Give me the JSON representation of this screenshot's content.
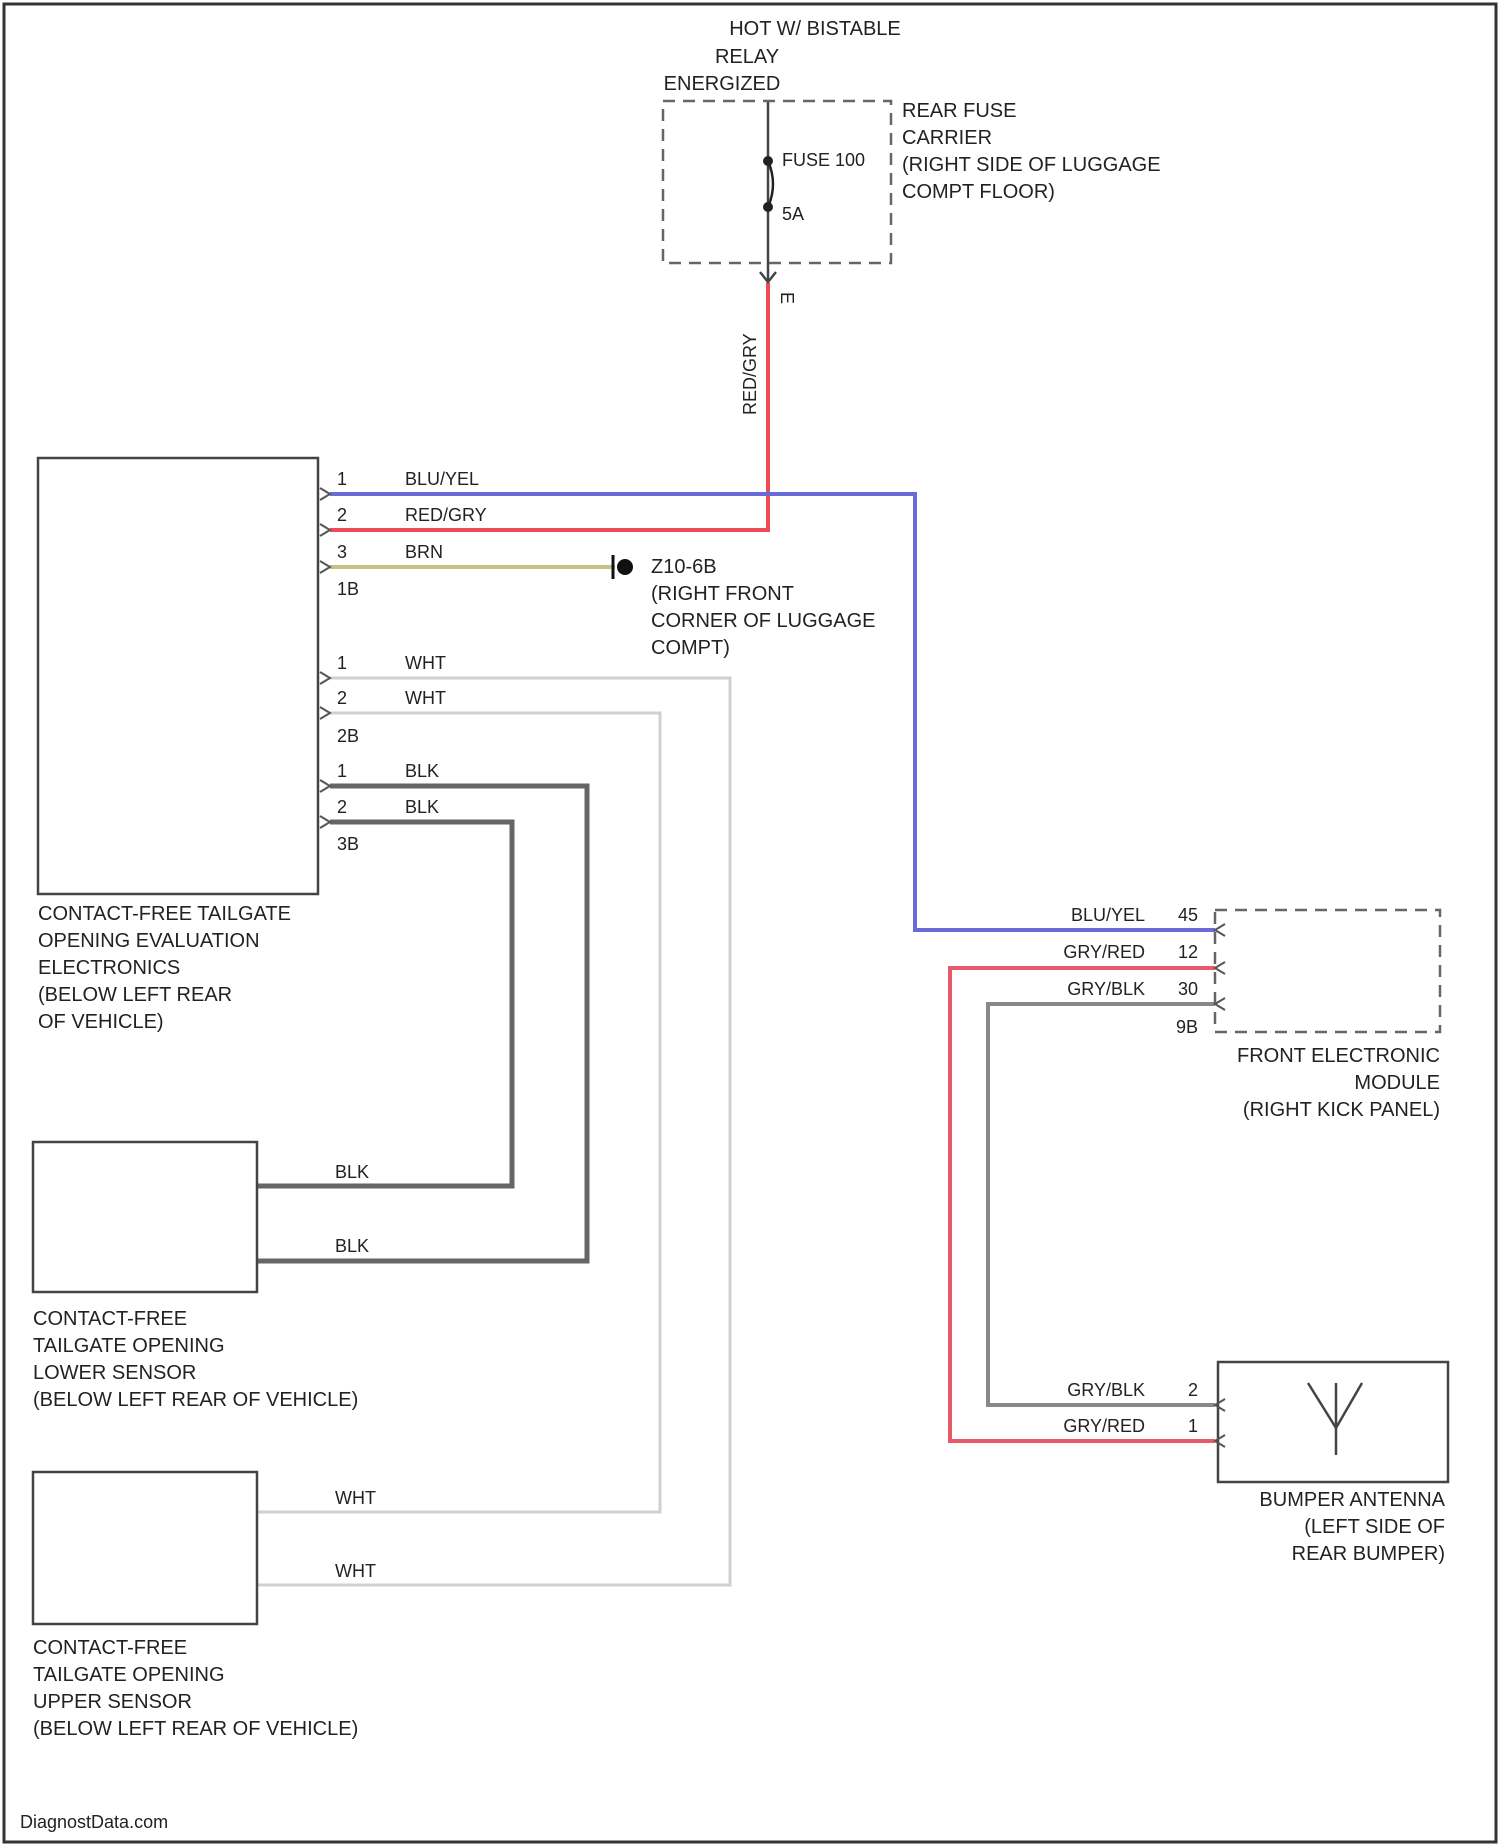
{
  "colors": {
    "blu_yel": "#6a6ad8",
    "red_gry": "#ee4a57",
    "brn": "#c8c080",
    "wht": "#d0d0d0",
    "blk": "#666666",
    "gry_blk": "#888888",
    "gry_red": "#e85a6a",
    "frame": "#333333"
  },
  "top": {
    "title_lines": [
      "HOT W/ BISTABLE",
      "RELAY",
      "ENERGIZED"
    ]
  },
  "fuse_carrier": {
    "lines": [
      "REAR FUSE",
      "CARRIER",
      "(RIGHT SIDE OF LUGGAGE",
      "COMPT FLOOR)"
    ],
    "fuse_label": "FUSE 100",
    "fuse_rating": "5A",
    "out_pin": "E",
    "wire_color": "RED/GRY"
  },
  "evaluation_module": {
    "lines": [
      "CONTACT-FREE TAILGATE",
      "OPENING EVALUATION",
      "ELECTRONICS",
      "(BELOW LEFT REAR",
      "OF VEHICLE)"
    ],
    "pins": [
      {
        "pin": "1",
        "wire": "BLU/YEL"
      },
      {
        "pin": "2",
        "wire": "RED/GRY"
      },
      {
        "pin": "3",
        "wire": "BRN"
      },
      {
        "pin": "1",
        "wire": "WHT"
      },
      {
        "pin": "2",
        "wire": "WHT"
      },
      {
        "pin": "1",
        "wire": "BLK"
      },
      {
        "pin": "2",
        "wire": "BLK"
      }
    ],
    "connectors": [
      "1B",
      "2B",
      "3B"
    ]
  },
  "ground": {
    "lines": [
      "Z10-6B",
      "(RIGHT FRONT",
      "CORNER OF LUGGAGE",
      "COMPT)"
    ]
  },
  "lower_sensor": {
    "lines": [
      "CONTACT-FREE",
      "TAILGATE OPENING",
      "LOWER SENSOR",
      "(BELOW LEFT REAR OF VEHICLE)"
    ],
    "wires": [
      "BLK",
      "BLK"
    ]
  },
  "upper_sensor": {
    "lines": [
      "CONTACT-FREE",
      "TAILGATE OPENING",
      "UPPER SENSOR",
      "(BELOW LEFT REAR OF VEHICLE)"
    ],
    "wires": [
      "WHT",
      "WHT"
    ]
  },
  "front_module": {
    "lines": [
      "FRONT ELECTRONIC",
      "MODULE",
      "(RIGHT KICK PANEL)"
    ],
    "pins": [
      {
        "pin": "45",
        "wire": "BLU/YEL"
      },
      {
        "pin": "12",
        "wire": "GRY/RED"
      },
      {
        "pin": "30",
        "wire": "GRY/BLK"
      }
    ],
    "connector": "9B"
  },
  "bumper_antenna": {
    "lines": [
      "BUMPER ANTENNA",
      "(LEFT SIDE OF",
      "REAR BUMPER)"
    ],
    "pins": [
      {
        "pin": "2",
        "wire": "GRY/BLK"
      },
      {
        "pin": "1",
        "wire": "GRY/RED"
      }
    ]
  },
  "footer": {
    "watermark": "DiagnostData.com"
  }
}
